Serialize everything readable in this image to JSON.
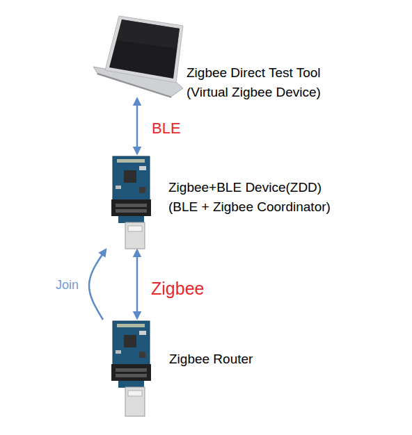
{
  "diagram": {
    "nodes": [
      {
        "text": [
          "Zigbee Direct Test Tool (Virtual Zigbee Device)"
        ]
      },
      {
        "text": [
          "Zigbee+BLE Device(ZDD) (BLE + Zigbee Coordinator)"
        ]
      },
      {
        "text": [
          "Zigbee Router"
        ]
      }
    ],
    "edges": [
      {
        "from": 0,
        "to": 1,
        "arrow": "both",
        "label": "BLE"
      },
      {
        "from": 1,
        "to": 2,
        "arrow": "both",
        "label": "Zigbee"
      },
      {
        "from": 2,
        "to": 1,
        "arrow": "to",
        "label": "Join"
      }
    ]
  }
}
